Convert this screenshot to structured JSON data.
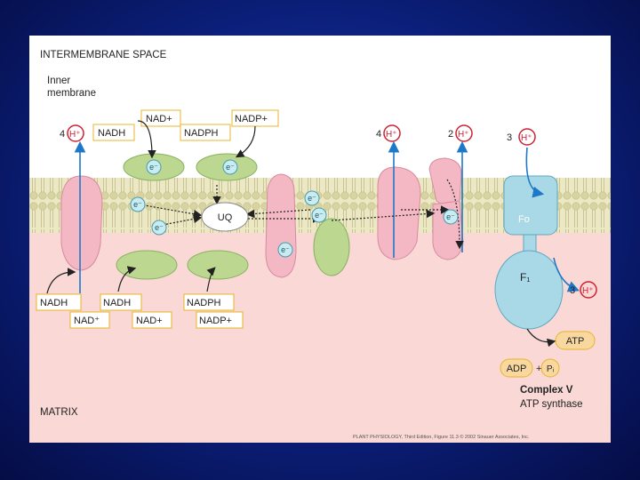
{
  "labels": {
    "intermembrane_space": "INTERMEMBRANE SPACE",
    "inner_line1": "Inner",
    "inner_line2": "membrane",
    "matrix": "MATRIX",
    "complex_v": "Complex V",
    "atp_synthase": "ATP synthase",
    "credit": "PLANT PHYSIOLOGY, Third Edition, Figure 11.3 © 2002 Sinauer Associates, Inc."
  },
  "top": {
    "h_4_coef": "4",
    "h_symbol": "H⁺",
    "nadh": "NADH",
    "nad_plus": "NAD+",
    "nadp_plus": "NADP+",
    "nadph": "NADPH",
    "h_4b_coef": "4",
    "h_2_coef": "2",
    "h_3_coef": "3"
  },
  "membrane": {
    "electron": "e⁻",
    "uq": "UQ",
    "fo": "Fo",
    "f1": "F₁"
  },
  "bottom": {
    "nadh_1": "NADH",
    "nad_1": "NAD⁺",
    "nadh_2": "NADH",
    "nad_2": "NAD+",
    "nadph": "NADPH",
    "nadp_plus": "NADP+",
    "h_3_coef": "3",
    "atp": "ATP",
    "adp": "ADP",
    "plus": "+",
    "pi": "Pᵢ"
  },
  "colors": {
    "matrix_pink": "#f9d8d6",
    "membrane_tan": "#e4e1b6",
    "protein_pink": "#f4b8c4",
    "protein_green": "#bcd890",
    "atp_synthase_blue": "#a9d8e6",
    "label_box_border": "#e8b428",
    "proton_red": "#cc2233",
    "arrow_blue": "#1e78c8"
  }
}
